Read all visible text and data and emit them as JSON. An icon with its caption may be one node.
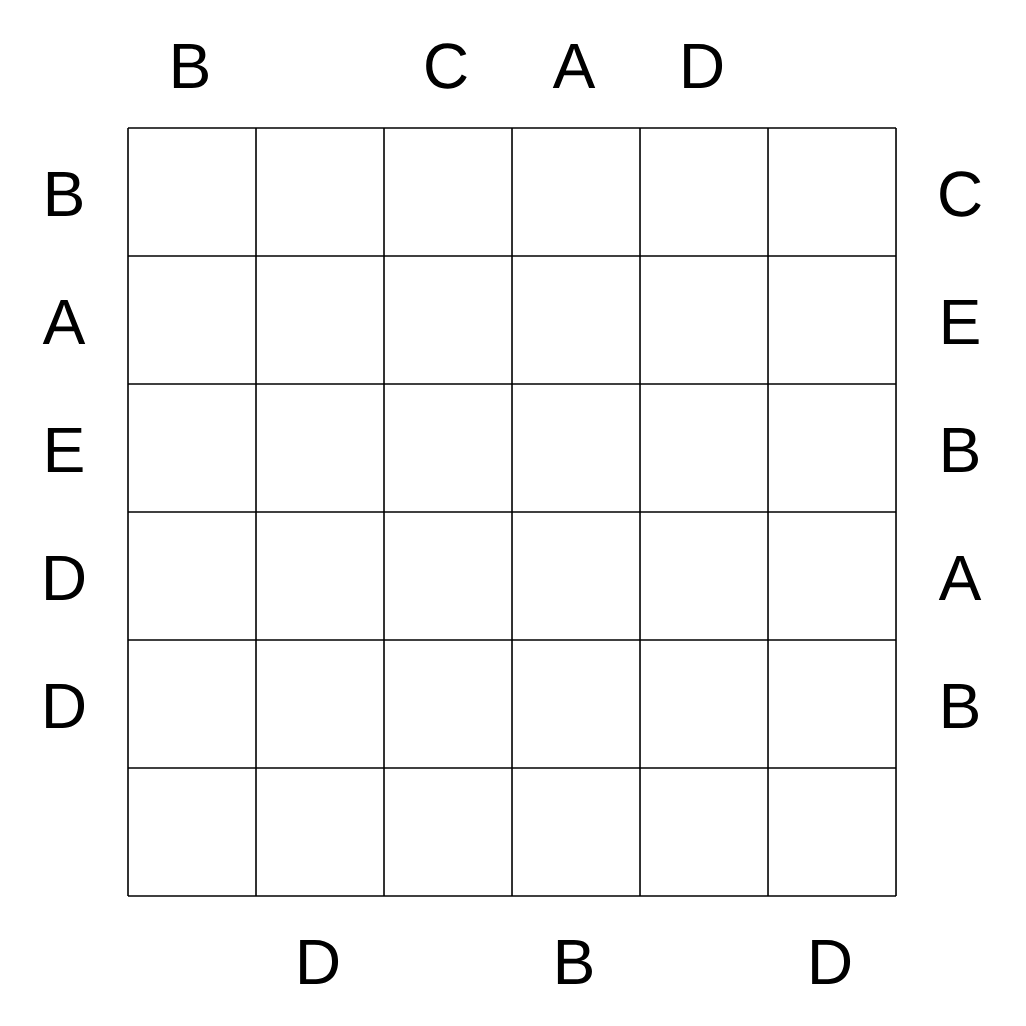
{
  "diagram": {
    "labels": [
      "B",
      "C",
      "A",
      "D",
      "B",
      "C",
      "A",
      "E",
      "E",
      "B",
      "D",
      "A",
      "D",
      "B",
      "D",
      "B",
      "D"
    ]
  }
}
